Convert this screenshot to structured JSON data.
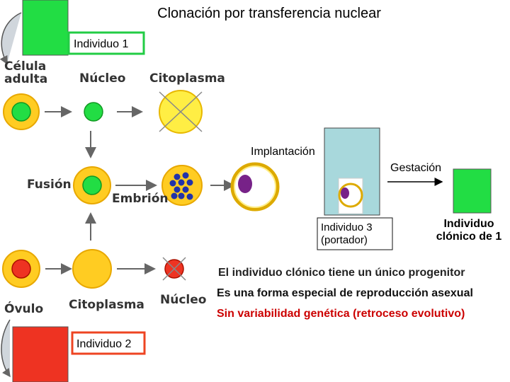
{
  "title": "Clonación por transferencia nuclear",
  "labels": {
    "celula": "Célula",
    "adulta": "adulta",
    "nucleo_top": "Núcleo",
    "citoplasma_top": "Citoplasma",
    "fusion": "Fusión",
    "embrion": "Embrión",
    "ovulo": "Óvulo",
    "citoplasma_bottom": "Citoplasma",
    "nucleo_bottom": "Núcleo",
    "implantacion": "Implantación",
    "gestacion": "Gestación"
  },
  "individuals": {
    "ind1": "Individuo 1",
    "ind2": "Individuo 2",
    "ind3_line1": "Individuo 3",
    "ind3_line2": "(portador)",
    "clone_line1": "Individuo",
    "clone_line2": "clónico de 1"
  },
  "notes": {
    "n1": "El individuo clónico tiene un único progenitor",
    "n2": "Es una forma especial de reproducción asexual",
    "n3": "Sin variabilidad genética (retroceso evolutivo)"
  },
  "colors": {
    "green": "#22dd44",
    "red": "#ee3322",
    "yellow": "#ffcc22",
    "purple": "#772288",
    "uterus": "#a8d8dc",
    "note_red": "#cc0000"
  }
}
